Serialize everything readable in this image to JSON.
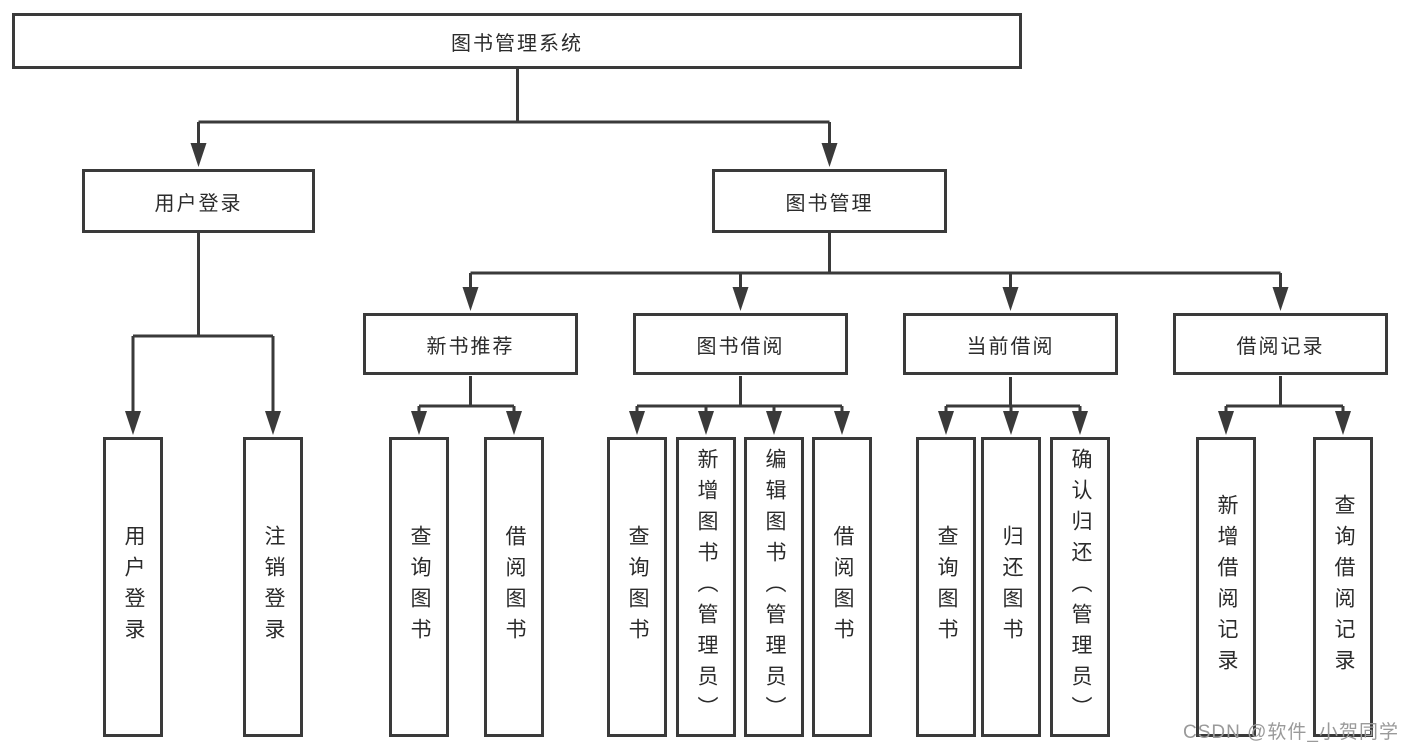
{
  "diagram": {
    "watermark": "CSDN @软件_小贺同学",
    "colors": {
      "line": "#3a3a3a",
      "text": "#2b2b2b",
      "watermark": "#9a9a9a",
      "background": "#ffffff"
    },
    "tree": {
      "root": {
        "label": "图书管理系统"
      },
      "branches": [
        {
          "label": "用户登录",
          "children": [
            {
              "label": "用户登录"
            },
            {
              "label": "注销登录"
            }
          ]
        },
        {
          "label": "图书管理",
          "children": [
            {
              "label": "新书推荐",
              "children": [
                {
                  "label": "查询图书"
                },
                {
                  "label": "借阅图书"
                }
              ]
            },
            {
              "label": "图书借阅",
              "children": [
                {
                  "label": "查询图书"
                },
                {
                  "label": "新增图书（管理员）"
                },
                {
                  "label": "编辑图书（管理员）"
                },
                {
                  "label": "借阅图书"
                }
              ]
            },
            {
              "label": "当前借阅",
              "children": [
                {
                  "label": "查询图书"
                },
                {
                  "label": "归还图书"
                },
                {
                  "label": "确认归还（管理员）"
                }
              ]
            },
            {
              "label": "借阅记录",
              "children": [
                {
                  "label": "新增借阅记录"
                },
                {
                  "label": "查询借阅记录"
                }
              ]
            }
          ]
        }
      ]
    }
  }
}
